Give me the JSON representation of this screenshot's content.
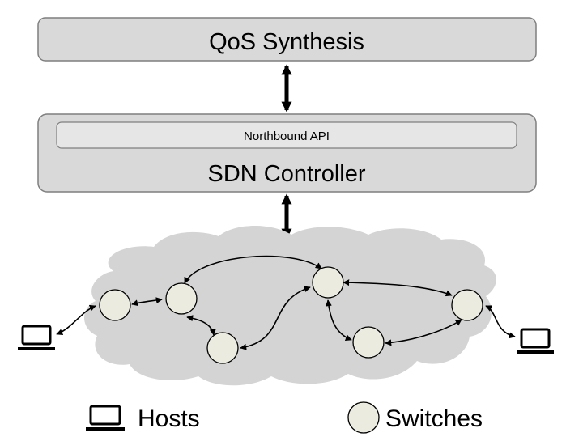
{
  "diagram": {
    "qos_box": {
      "label": "QoS Synthesis"
    },
    "controller_box": {
      "label": "SDN Controller",
      "api_label": "Northbound API"
    },
    "legend": {
      "hosts_label": "Hosts",
      "switches_label": "Switches"
    },
    "nodes": [
      {
        "id": "s1",
        "type": "switch"
      },
      {
        "id": "s2",
        "type": "switch"
      },
      {
        "id": "s3",
        "type": "switch"
      },
      {
        "id": "s4",
        "type": "switch"
      },
      {
        "id": "s5",
        "type": "switch"
      },
      {
        "id": "s6",
        "type": "switch"
      },
      {
        "id": "h-left",
        "type": "host"
      },
      {
        "id": "h-right",
        "type": "host"
      }
    ],
    "links": [
      [
        "h-left",
        "s1"
      ],
      [
        "s1",
        "s2"
      ],
      [
        "s2",
        "s4"
      ],
      [
        "s2",
        "s3"
      ],
      [
        "s3",
        "s4"
      ],
      [
        "s4",
        "s5"
      ],
      [
        "s4",
        "s6"
      ],
      [
        "s5",
        "s6"
      ],
      [
        "s6",
        "h-right"
      ]
    ],
    "colors": {
      "box_fill": "#d9d9d9",
      "box_stroke": "#7f7f7f",
      "cloud_fill": "#d4d4d4",
      "switch_fill": "#ecebe0",
      "line": "#000000"
    }
  }
}
